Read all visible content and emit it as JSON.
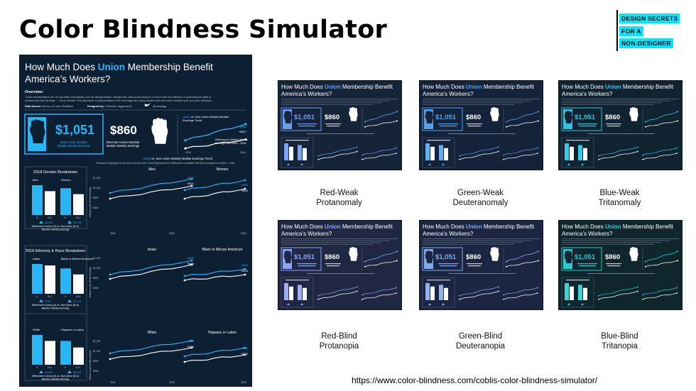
{
  "slide": {
    "title": "Color Blindness Simulator",
    "logo_lines": [
      "DESIGN SECRETS",
      "FOR A",
      "NON-DESIGNER"
    ],
    "logo_color": "#00e6ff",
    "source_url": "https://www.color-blindness.com/coblis-color-blindness-simulator/"
  },
  "infographic": {
    "title_pre": "How Much Does ",
    "title_union": "Union",
    "title_post": " Membership Benefit",
    "title_line2": "America’s Workers?",
    "overview_label": "Overview:",
    "overview_text_1": "\"Union membership in the US has fallen dramatically over the last generation. Despite that, data shows being in a union is still very effective in protecting the rights of",
    "overview_text_2": "workers and their earnings.\" – Mona Chalabi. This data below is representative of full time wage and salary workers who are union members and non-union members.",
    "source_label": "Data Source:",
    "source_value": "Bureau of Labor Statistics",
    "designed_label": "Designed by:",
    "designed_value": "Chennilly Jaggernauth",
    "twitter_handle": "@chenjagg",
    "union_value": "$1,051",
    "union_caption_1": "2018 Union Member",
    "union_caption_2": "Median Weekly Earnings",
    "nonunion_value": "$860",
    "nonunion_caption_1": "2018 Non-Union Member",
    "nonunion_caption_2": "Median Weekly Earnings",
    "trend_legend_1": "Union vs. Non-Union Weekly Median",
    "trend_legend_2": "Earnings Trend",
    "trend_end_union": "+$362",
    "trend_end_nonunion": "+$317",
    "trend_note_1": "Difference in Median Weekly",
    "trend_note_2": "Earnings from 2000 – 2018",
    "trend_x": [
      "2000",
      "2018"
    ],
    "mid_legend": "Union vs. Non-Union Weekly Median Earnings Trend",
    "mid_note": "*Numbers Displayed at the End of Each Line Chart Represent the Difference in Median Weekly Earnings from 2000 – 2018",
    "gender_title": "2018 Gender Breakdown",
    "ethnicity_title": "2018 Ethnicity & Race Breakdown",
    "diff_label_1": "Difference in Union (U) vs. Non-Union (N-U)",
    "diff_label_2": "Member Weekly Earnings",
    "axis_u": "U",
    "axis_nu": "N-U",
    "y_axis_label": "Median usual weekly earnings",
    "y_ticks": [
      "$1,200",
      "$1,000",
      "$800",
      "$600"
    ],
    "x_ticks": [
      "2000",
      "2018"
    ],
    "groups": [
      {
        "name": "Men",
        "bar_union": 1,
        "bar_nonunion": 0.8,
        "diff": "18.3%",
        "end_union": "+$333",
        "end_nonunion": "+$331"
      },
      {
        "name": "Women",
        "bar_union": 0.9,
        "bar_nonunion": 0.7,
        "diff": "26.7%",
        "end_union": "+$349",
        "end_nonunion": "+$269"
      },
      {
        "name": "Asian",
        "bar_union": 1,
        "bar_nonunion": 0.95,
        "diff": "2.9%",
        "end_union": "+$445",
        "end_nonunion": "+$466"
      },
      {
        "name": "Black or African American",
        "bar_union": 0.85,
        "bar_nonunion": 0.65,
        "diff": "22.7%",
        "end_union": "+$233",
        "end_nonunion": "+$228"
      },
      {
        "name": "White",
        "bar_union": 1,
        "bar_nonunion": 0.8,
        "diff": "23.5%",
        "end_union": "+$358",
        "end_nonunion": "+$325"
      },
      {
        "name": "Hispanic or Latino",
        "bar_union": 0.8,
        "bar_nonunion": 0.58,
        "diff": "38.3%",
        "end_union": "+$336",
        "end_nonunion": "+$276"
      }
    ]
  },
  "simulations": [
    {
      "name": "Red-Weak",
      "type": "Protanomaly",
      "bg": "#16243a",
      "accent": "#6b9cf2",
      "bar": "#7aa3f5"
    },
    {
      "name": "Green-Weak",
      "type": "Deuteranomaly",
      "bg": "#14233a",
      "accent": "#4fa2f0",
      "bar": "#5fb0f5"
    },
    {
      "name": "Blue-Weak",
      "type": "Tritanomaly",
      "bg": "#0f2430",
      "accent": "#2fc4e2",
      "bar": "#38c8e8"
    },
    {
      "name": "Red-Blind",
      "type": "Protanopia",
      "bg": "#1f2743",
      "accent": "#8ba4f6",
      "bar": "#9fb0f2"
    },
    {
      "name": "Green-Blind",
      "type": "Deuteranopia",
      "bg": "#1c2642",
      "accent": "#7ea9ee",
      "bar": "#92b5ef"
    },
    {
      "name": "Blue-Blind",
      "type": "Tritanopia",
      "bg": "#0f262d",
      "accent": "#1fcdd0",
      "bar": "#3cd4d2"
    }
  ],
  "colors": {
    "original_bg": "#0d1f33",
    "original_accent": "#29b6f6",
    "white": "#ffffff"
  }
}
